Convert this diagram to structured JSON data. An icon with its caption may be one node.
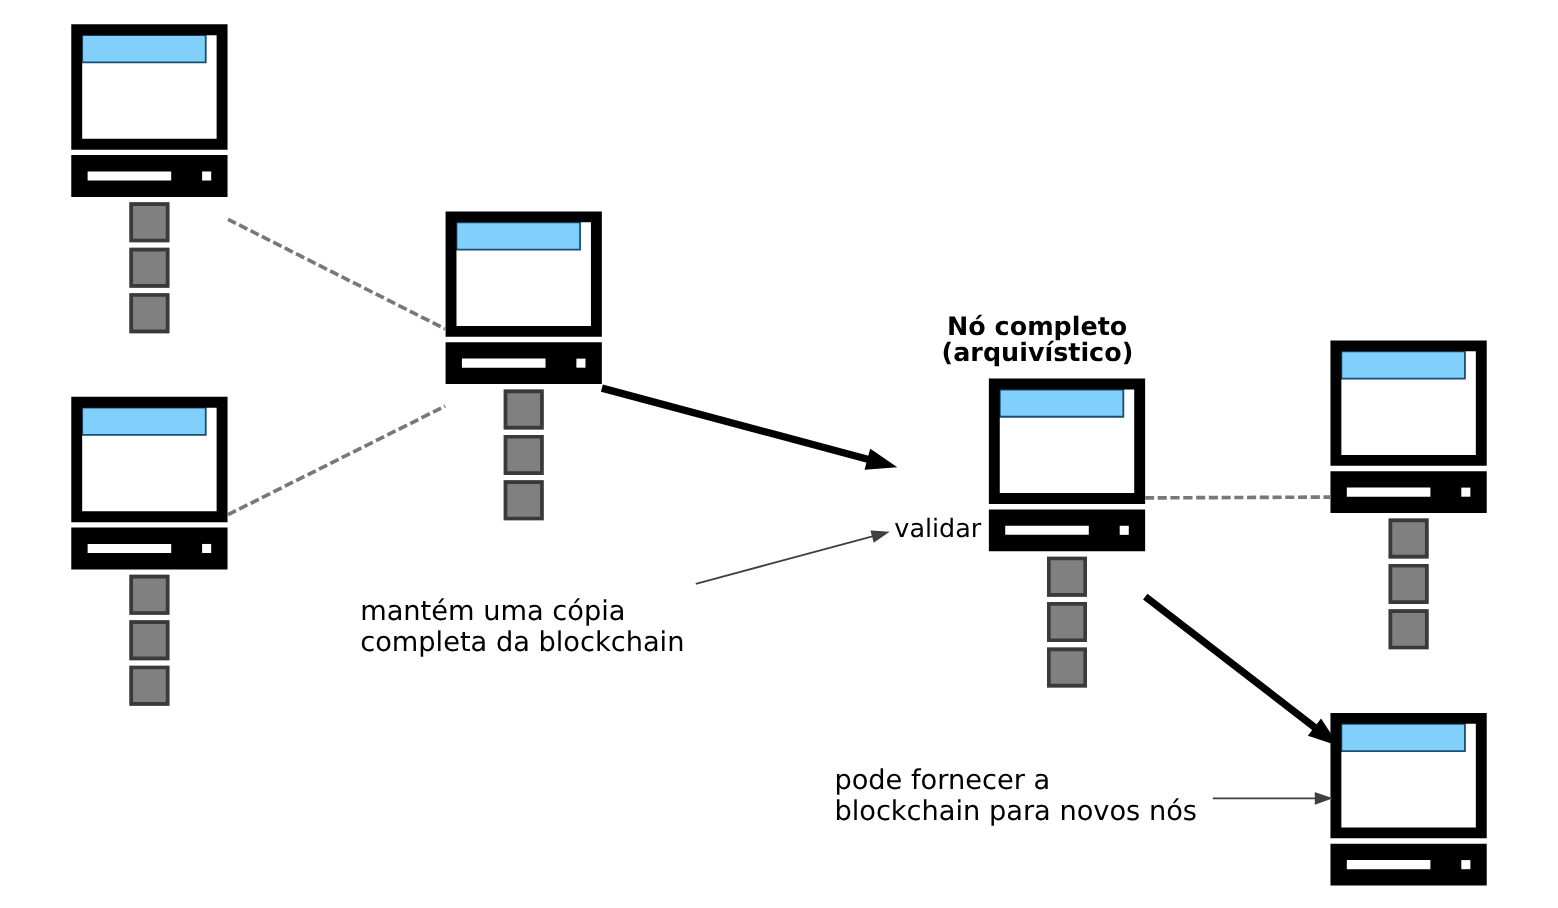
{
  "diagram": {
    "nodes": [
      {
        "text": [],
        "shape": "picture"
      },
      {
        "text": [],
        "shape": "picture"
      },
      {
        "text": [],
        "shape": "picture"
      },
      {
        "text": [
          "Nó completo (arquivístico)"
        ],
        "beside": [
          "validar"
        ]
      },
      {
        "text": [],
        "shape": "picture"
      },
      {
        "text": [],
        "shape": "picture"
      },
      {
        "text": [
          "mantém uma cópia completa da blockchain"
        ]
      },
      {
        "text": [
          "pode fornecer a blockchain para novos nós"
        ]
      }
    ],
    "edges": [
      {
        "from": 0,
        "to": 1,
        "arrow": "none",
        "style": "dashed",
        "color": "#77777f"
      },
      {
        "from": 2,
        "to": 1,
        "arrow": "none",
        "style": "dashed",
        "color": "#77777f"
      },
      {
        "from": 1,
        "to": 3,
        "arrow": "to",
        "style": "thick",
        "color": "#000000"
      },
      {
        "from": 3,
        "to": 4,
        "arrow": "none",
        "style": "dashed",
        "color": "#77777f"
      },
      {
        "from": 3,
        "to": 5,
        "arrow": "to",
        "style": "thick",
        "color": "#000000"
      },
      {
        "from": 6,
        "to": 3,
        "arrow": "to",
        "color": "#404040"
      },
      {
        "from": 7,
        "to": 5,
        "arrow": "to",
        "color": "#404040"
      }
    ]
  }
}
